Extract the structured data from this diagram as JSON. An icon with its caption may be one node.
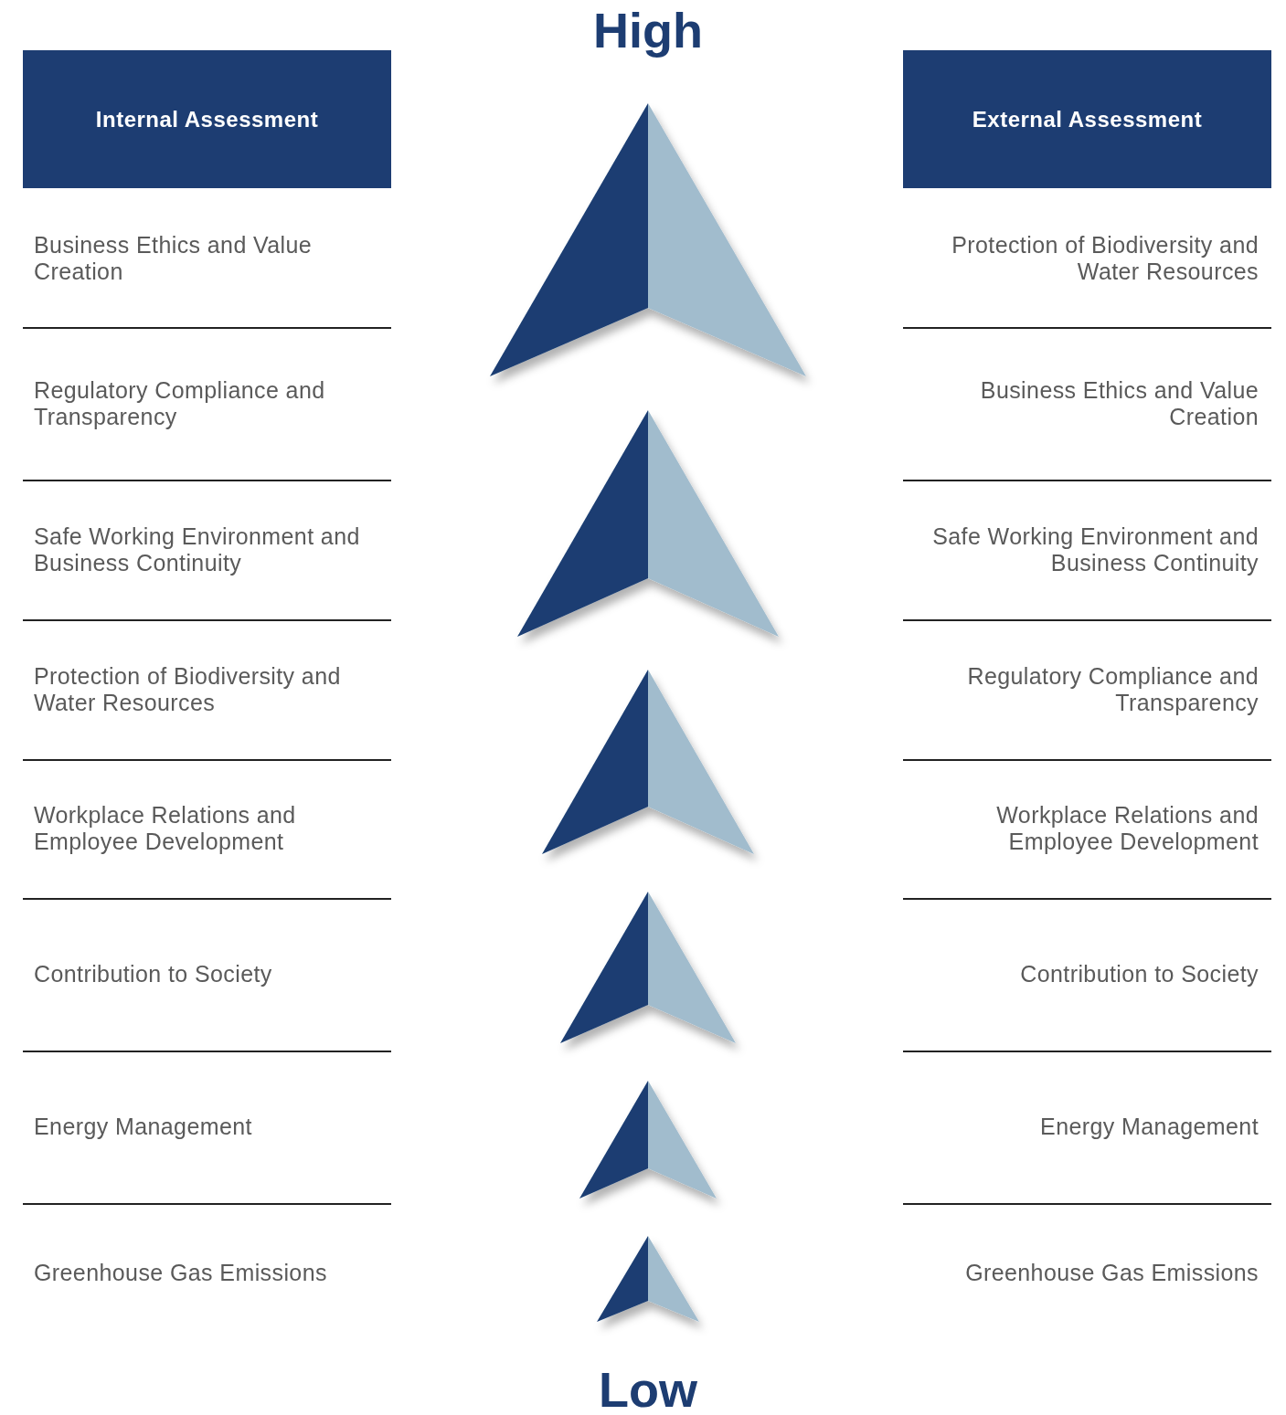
{
  "diagram": {
    "nodes": [
      {
        "text": [
          "Internal Assessment"
        ]
      },
      {
        "text": [
          "External Assessment"
        ]
      }
    ],
    "edges": [],
    "labels": [
      "High",
      "Business Ethics and Value Creation",
      "Protection of Biodiversity and Water Resources",
      "Regulatory Compliance and Transparency",
      "Business Ethics and Value Creation",
      "Safe Working Environment and Business Continuity",
      "Safe Working Environment and Business Continuity",
      "Protection of Biodiversity and Water Resources",
      "Regulatory Compliance and Transparency",
      "Workplace Relations and Employee Development",
      "Workplace Relations and Employee Development",
      "Contribution to Society",
      "Contribution to Society",
      "Energy Management",
      "Energy Management",
      "Greenhouse Gas Emissions",
      "Greenhouse Gas Emissions",
      "Low"
    ]
  }
}
